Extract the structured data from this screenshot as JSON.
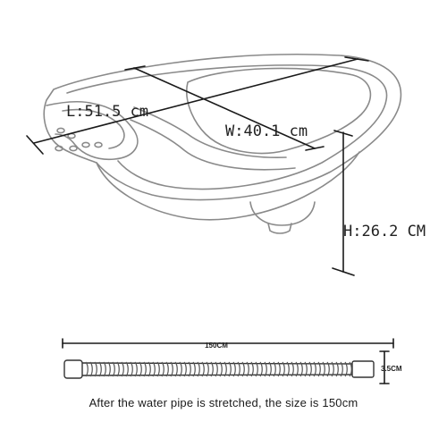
{
  "dimensions": {
    "length": "L:51.5 cm",
    "width": "W:40.1 cm",
    "height": "H:26.2 CM"
  },
  "hose": {
    "length_label": "150CM",
    "diameter_label": "3.5CM"
  },
  "caption": "After the water pipe is stretched, the size is 150cm",
  "colors": {
    "outline": "#8a8a8a",
    "dimension_line": "#1a1a1a",
    "text": "#222222"
  }
}
